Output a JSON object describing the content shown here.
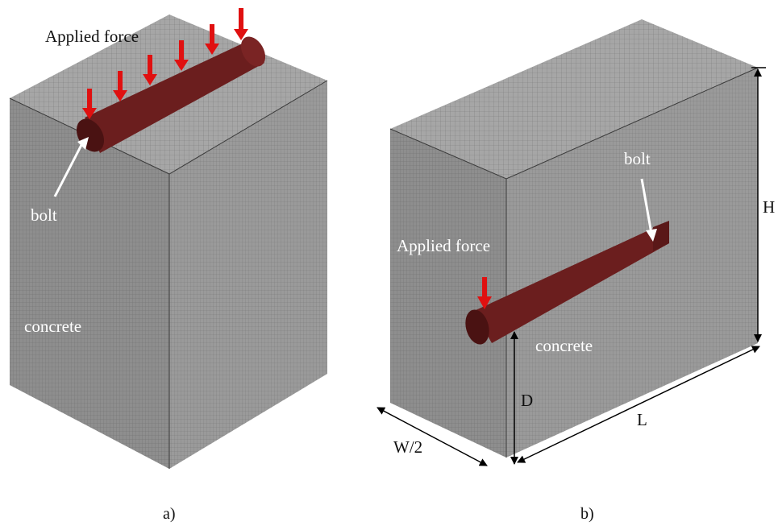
{
  "panel_a": {
    "caption": "a)",
    "force_label": "Applied force",
    "bolt_label": "bolt",
    "concrete_label": "concrete"
  },
  "panel_b": {
    "caption": "b)",
    "force_label": "Applied force",
    "bolt_label": "bolt",
    "concrete_label": "concrete",
    "dim_height": "H",
    "dim_length": "L",
    "dim_depth": "D",
    "dim_half_width": "W/2"
  },
  "colors": {
    "concrete_face_front": "#8e8e8e",
    "concrete_face_side": "#9a9a9a",
    "concrete_face_top": "#a6a6a6",
    "mesh_line": "#5c5c5c",
    "bolt": "#6b1e1e",
    "bolt_end": "#4a1212",
    "force_arrow": "#e01010",
    "pointer_arrow": "#ffffff",
    "dimension_line": "#000000"
  }
}
